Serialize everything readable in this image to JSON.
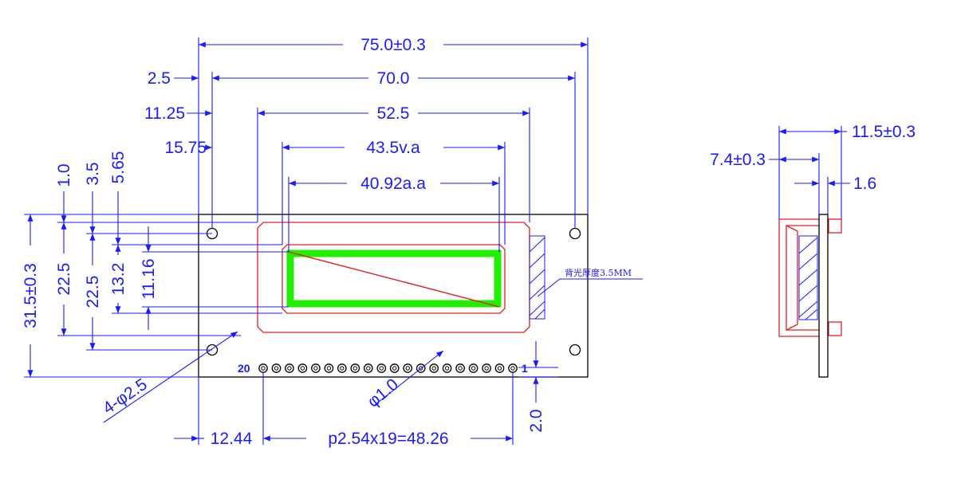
{
  "dimensions": {
    "overall_width": "75.0±0.3",
    "hole_pitch_h": "70.0",
    "hole_offset_left": "2.5",
    "bezel_width": "52.5",
    "bezel_offset_left": "11.25",
    "view_area_width": "43.5v.a",
    "view_offset_left": "15.75",
    "active_area_width": "40.92a.a",
    "overall_height": "31.5±0.3",
    "hole_pitch_v_a": "22.5",
    "hole_pitch_v_b": "22.5",
    "view_area_height": "13.2",
    "active_area_height": "11.16",
    "top_offset_a": "1.0",
    "top_offset_b": "3.5",
    "top_offset_c": "5.65",
    "mount_holes": "4-φ2.5",
    "pin_hole": "φ1.0",
    "pin_offset_left": "12.44",
    "pin_pitch_total": "p2.54x19=48.26",
    "pin_offset_bottom": "2.0",
    "side_total_thickness": "11.5±0.3",
    "side_module_thickness": "7.4±0.3",
    "side_pcb_thickness": "1.6"
  },
  "pins": {
    "first": "20",
    "last": "1",
    "count": 20
  },
  "backlight_note": "背光厚度3.5MM",
  "colors": {
    "dimension": "#1a1aff",
    "outline": "#000000",
    "bezel": "#e02020",
    "active_area": "#22ee00"
  }
}
